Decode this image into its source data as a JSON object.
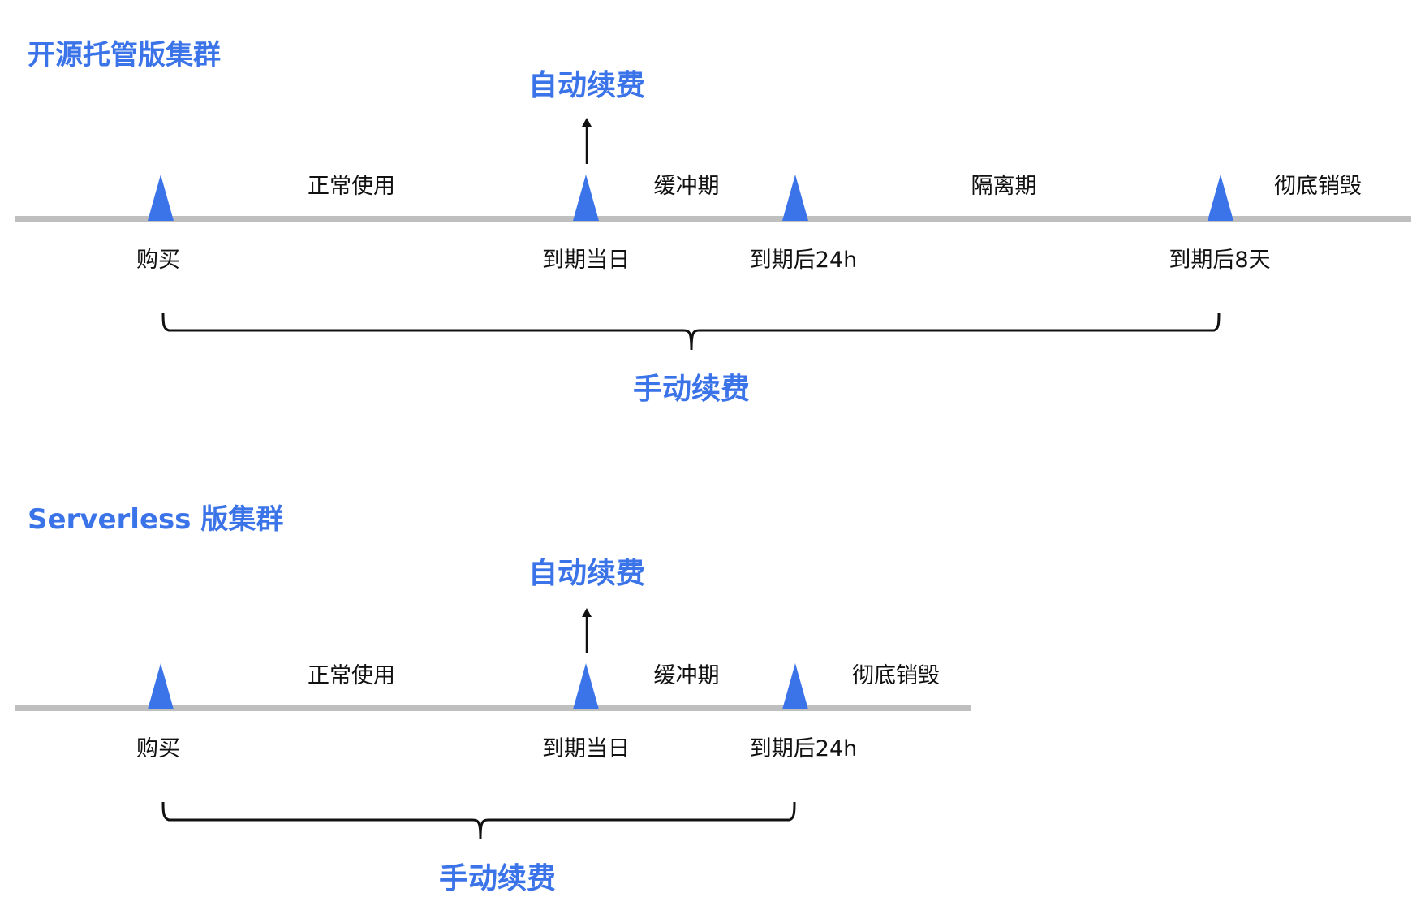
{
  "colors": {
    "accent": "#3b73e8",
    "track": "#bfbfbf",
    "ink": "#111111"
  },
  "sections": [
    {
      "title": "开源托管版集群",
      "auto_renew": "自动续费",
      "manual_renew": "手动续费",
      "phases": [
        "正常使用",
        "缓冲期",
        "隔离期",
        "彻底销毁"
      ],
      "milestones": [
        "购买",
        "到期当日",
        "到期后24h",
        "到期后8天"
      ]
    },
    {
      "title": "Serverless 版集群",
      "auto_renew": "自动续费",
      "manual_renew": "手动续费",
      "phases": [
        "正常使用",
        "缓冲期",
        "彻底销毁"
      ],
      "milestones": [
        "购买",
        "到期当日",
        "到期后24h"
      ]
    }
  ]
}
